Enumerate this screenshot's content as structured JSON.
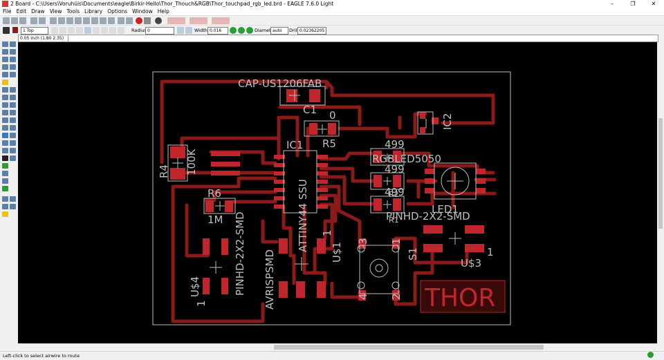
{
  "window": {
    "title": "2 Board - C:\\Users\\Voruhüis\\Documents\\eagle\\Birkir-Hello\\Thor_Thouch&RGB\\Thor_touchpad_rgb_led.brd - EAGLE 7.6.0 Light",
    "minimize": "–",
    "maximize": "❐",
    "close": "✕"
  },
  "menu": [
    "File",
    "Edit",
    "Draw",
    "View",
    "Tools",
    "Library",
    "Options",
    "Window",
    "Help"
  ],
  "toolbar2": {
    "layer": "1 Top",
    "radius_label": "Radius:",
    "radius_value": "0",
    "width_label": "Width:",
    "width_value": "0.016",
    "diameter_label": "Diameter:",
    "diameter_value": "auto",
    "drill_label": "Drill:",
    "drill_value": "0.02362205"
  },
  "coordinate": "0.05 inch (1.80 2.35)",
  "status": "Left-click to select airwire to route",
  "colors": {
    "trace": "#8b1a1a",
    "pad": "#c0262c",
    "silk": "#bfbfbf",
    "canvas": "#000000"
  },
  "board": {
    "cap_name": "CAP-US1206FAB",
    "c1": "C1",
    "r5_value": "0",
    "r5": "R5",
    "ic2": "IC2",
    "ic1": "IC1",
    "r4": "R4",
    "r4_value": "100K",
    "attiny": "ATTINY44 SSU",
    "r6": "R6",
    "r6_value": "1M",
    "pinhd_left": "PINHD-2X2-SMD",
    "us4": "U$4",
    "us4_pin": "1",
    "pin_1_mid": "1",
    "avrisp": "AVRISPSMD",
    "us1": "U$1",
    "r_499_a": "499",
    "rgbled": "RGBLED5050",
    "r_499_b": "499",
    "r_499_c": "499",
    "r2": "R2",
    "r1": "R1",
    "led1": "LED1",
    "pinhd_right": "PINHD-2X2-SMD",
    "us3": "U$3",
    "us3_pin": "1",
    "s1": "S1",
    "sw_3": "3",
    "sw_1": "1",
    "sw_4": "4",
    "sw_2": "2",
    "thor": "THOR"
  }
}
